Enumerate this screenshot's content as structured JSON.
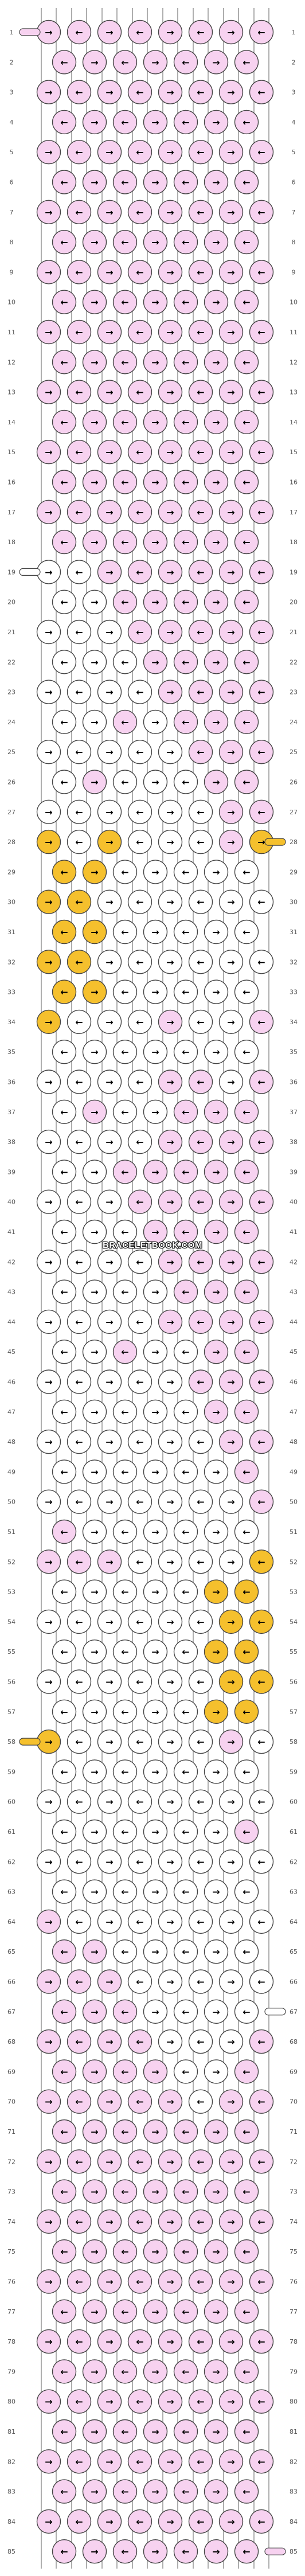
{
  "pattern": {
    "watermark": "BRACELETBOOK.COM",
    "colors": {
      "pink": "#f7d2f0",
      "yellow": "#f5c02d",
      "white": "#ffffff",
      "outline": "#444444"
    },
    "row_count": 85,
    "row_labels": [
      "1",
      "2",
      "3",
      "4",
      "5",
      "6",
      "7",
      "8",
      "9",
      "10",
      "11",
      "12",
      "13",
      "14",
      "15",
      "16",
      "17",
      "18",
      "19",
      "20",
      "21",
      "22",
      "23",
      "24",
      "25",
      "26",
      "27",
      "28",
      "29",
      "30",
      "31",
      "32",
      "33",
      "34",
      "35",
      "36",
      "37",
      "38",
      "39",
      "40",
      "41",
      "42",
      "43",
      "44",
      "45",
      "46",
      "47",
      "48",
      "49",
      "50",
      "51",
      "52",
      "53",
      "54",
      "55",
      "56",
      "57",
      "58",
      "59",
      "60",
      "61",
      "62",
      "63",
      "64",
      "65",
      "66",
      "67",
      "68",
      "69",
      "70",
      "71",
      "72",
      "73",
      "74",
      "75",
      "76",
      "77",
      "78",
      "79",
      "80",
      "81",
      "82",
      "83",
      "84",
      "85"
    ],
    "side_threads": [
      {
        "row": 1,
        "side": "left",
        "color": "pink"
      },
      {
        "row": 19,
        "side": "left",
        "color": "white"
      },
      {
        "row": 28,
        "side": "right",
        "color": "yellow"
      },
      {
        "row": 58,
        "side": "left",
        "color": "yellow"
      },
      {
        "row": 67,
        "side": "right",
        "color": "white"
      },
      {
        "row": 85,
        "side": "right",
        "color": "pink"
      }
    ],
    "knot_symbols": {
      "forward": "→",
      "backward": "←"
    },
    "rows": [
      [
        "P>",
        "P<",
        "P>",
        "P<",
        "P>",
        "P<",
        "P>",
        "P<"
      ],
      [
        "P<",
        "P>",
        "P<",
        "P>",
        "P<",
        "P>",
        "P<"
      ],
      [
        "P>",
        "P<",
        "P>",
        "P<",
        "P>",
        "P<",
        "P>",
        "P<"
      ],
      [
        "P<",
        "P>",
        "P<",
        "P>",
        "P<",
        "P>",
        "P<"
      ],
      [
        "P>",
        "P<",
        "P>",
        "P<",
        "P>",
        "P<",
        "P>",
        "P<"
      ],
      [
        "P<",
        "P>",
        "P<",
        "P>",
        "P<",
        "P>",
        "P<"
      ],
      [
        "P>",
        "P<",
        "P>",
        "P<",
        "P>",
        "P<",
        "P>",
        "P<"
      ],
      [
        "P<",
        "P>",
        "P<",
        "P>",
        "P<",
        "P>",
        "P<"
      ],
      [
        "P>",
        "P<",
        "P>",
        "P<",
        "P>",
        "P<",
        "P>",
        "P<"
      ],
      [
        "P<",
        "P>",
        "P<",
        "P>",
        "P<",
        "P>",
        "P<"
      ],
      [
        "P>",
        "P<",
        "P>",
        "P<",
        "P>",
        "P<",
        "P>",
        "P<"
      ],
      [
        "P<",
        "P>",
        "P<",
        "P>",
        "P<",
        "P>",
        "P<"
      ],
      [
        "P>",
        "P<",
        "P>",
        "P<",
        "P>",
        "P<",
        "P>",
        "P<"
      ],
      [
        "P<",
        "P>",
        "P<",
        "P>",
        "P<",
        "P>",
        "P<"
      ],
      [
        "P>",
        "P<",
        "P>",
        "P<",
        "P>",
        "P<",
        "P>",
        "P<"
      ],
      [
        "P<",
        "P>",
        "P<",
        "P>",
        "P<",
        "P>",
        "P<"
      ],
      [
        "P>",
        "P<",
        "P>",
        "P<",
        "P>",
        "P<",
        "P>",
        "P<"
      ],
      [
        "P<",
        "P>",
        "P<",
        "P>",
        "P<",
        "P>",
        "P<"
      ],
      [
        "W>",
        "W<",
        "P>",
        "P<",
        "P>",
        "P<",
        "P>",
        "P<"
      ],
      [
        "W<",
        "W>",
        "P<",
        "P>",
        "P<",
        "P>",
        "P<"
      ],
      [
        "W>",
        "W<",
        "W>",
        "P<",
        "P>",
        "P<",
        "P>",
        "P<"
      ],
      [
        "W<",
        "W>",
        "W<",
        "P>",
        "P<",
        "P>",
        "P<"
      ],
      [
        "W>",
        "W<",
        "W>",
        "W<",
        "P>",
        "P<",
        "P>",
        "P<"
      ],
      [
        "W<",
        "W>",
        "P<",
        "W>",
        "P<",
        "P>",
        "P<"
      ],
      [
        "W>",
        "W<",
        "W>",
        "W<",
        "W>",
        "P<",
        "P>",
        "P<"
      ],
      [
        "W<",
        "P>",
        "W<",
        "W>",
        "W<",
        "P>",
        "P<"
      ],
      [
        "W>",
        "W<",
        "W>",
        "W<",
        "W>",
        "W<",
        "P>",
        "P<"
      ],
      [
        "Y>",
        "W<",
        "Y>",
        "W<",
        "W>",
        "W<",
        "P>",
        "Y>"
      ],
      [
        "Y<",
        "Y>",
        "W<",
        "W>",
        "W<",
        "W>",
        "W<"
      ],
      [
        "Y>",
        "Y<",
        "W>",
        "W<",
        "W>",
        "W<",
        "W>",
        "W<"
      ],
      [
        "Y<",
        "Y>",
        "W<",
        "W>",
        "W<",
        "W>",
        "W<"
      ],
      [
        "Y>",
        "Y<",
        "W>",
        "W<",
        "W>",
        "W<",
        "W>",
        "W<"
      ],
      [
        "Y<",
        "Y>",
        "W<",
        "W>",
        "W<",
        "W>",
        "W<"
      ],
      [
        "Y>",
        "W<",
        "W>",
        "W<",
        "P>",
        "W<",
        "W>",
        "P<"
      ],
      [
        "W<",
        "W>",
        "W<",
        "W>",
        "W<",
        "W>",
        "W<"
      ],
      [
        "W>",
        "W<",
        "W>",
        "W<",
        "P>",
        "P<",
        "W>",
        "P<"
      ],
      [
        "W<",
        "P>",
        "W<",
        "W>",
        "P<",
        "P>",
        "P<"
      ],
      [
        "W>",
        "W<",
        "W>",
        "W<",
        "P>",
        "P<",
        "P>",
        "P<"
      ],
      [
        "W<",
        "W>",
        "P<",
        "P>",
        "P<",
        "P>",
        "P<"
      ],
      [
        "W>",
        "W<",
        "W>",
        "P<",
        "P>",
        "P<",
        "P>",
        "P<"
      ],
      [
        "W<",
        "W>",
        "W<",
        "P>",
        "P<",
        "P>",
        "P<"
      ],
      [
        "W>",
        "W<",
        "W>",
        "W<",
        "P>",
        "P<",
        "P>",
        "P<"
      ],
      [
        "W<",
        "W>",
        "W<",
        "W>",
        "P<",
        "P>",
        "P<"
      ],
      [
        "W>",
        "W<",
        "W>",
        "W<",
        "P>",
        "P<",
        "P>",
        "P<"
      ],
      [
        "W<",
        "W>",
        "P<",
        "W>",
        "W<",
        "P>",
        "P<"
      ],
      [
        "W>",
        "W<",
        "W>",
        "W<",
        "W>",
        "P<",
        "P>",
        "P<"
      ],
      [
        "W<",
        "W>",
        "W<",
        "W>",
        "W<",
        "P>",
        "P<"
      ],
      [
        "W>",
        "W<",
        "W>",
        "W<",
        "W>",
        "W<",
        "P>",
        "P<"
      ],
      [
        "W<",
        "W>",
        "W<",
        "W>",
        "W<",
        "W>",
        "P<"
      ],
      [
        "W>",
        "W<",
        "W>",
        "W<",
        "W>",
        "W<",
        "W>",
        "P<"
      ],
      [
        "P<",
        "W>",
        "W<",
        "W>",
        "W<",
        "W>",
        "W<"
      ],
      [
        "P>",
        "P<",
        "P>",
        "W<",
        "W>",
        "W<",
        "W>",
        "Y<"
      ],
      [
        "W<",
        "W>",
        "W<",
        "W>",
        "W<",
        "Y>",
        "Y<"
      ],
      [
        "W>",
        "W<",
        "W>",
        "W<",
        "W>",
        "W<",
        "Y>",
        "Y<"
      ],
      [
        "W<",
        "W>",
        "W<",
        "W>",
        "W<",
        "Y>",
        "Y<"
      ],
      [
        "W>",
        "W<",
        "W>",
        "W<",
        "W>",
        "W<",
        "Y>",
        "Y<"
      ],
      [
        "W<",
        "W>",
        "W<",
        "W>",
        "W<",
        "Y>",
        "Y<"
      ],
      [
        "Y>",
        "W<",
        "W>",
        "W<",
        "W>",
        "W<",
        "P>",
        "W<"
      ],
      [
        "W<",
        "W>",
        "W<",
        "W>",
        "W<",
        "W>",
        "W<"
      ],
      [
        "W>",
        "W<",
        "W>",
        "W<",
        "W>",
        "W<",
        "W>",
        "W<"
      ],
      [
        "W<",
        "W>",
        "W<",
        "W>",
        "W<",
        "W>",
        "P<"
      ],
      [
        "W>",
        "W<",
        "W>",
        "W<",
        "W>",
        "W<",
        "W>",
        "W<"
      ],
      [
        "W<",
        "W>",
        "W<",
        "W>",
        "W<",
        "W>",
        "W<"
      ],
      [
        "P>",
        "W<",
        "W>",
        "W<",
        "W>",
        "W<",
        "W>",
        "W<"
      ],
      [
        "P<",
        "P>",
        "W<",
        "W>",
        "W<",
        "W>",
        "W<"
      ],
      [
        "P>",
        "P<",
        "P>",
        "W<",
        "W>",
        "W<",
        "W>",
        "W<"
      ],
      [
        "P<",
        "P>",
        "P<",
        "W>",
        "W<",
        "W>",
        "W<"
      ],
      [
        "P>",
        "P<",
        "P>",
        "P<",
        "W>",
        "W<",
        "W>",
        "P<"
      ],
      [
        "P<",
        "P>",
        "P<",
        "P>",
        "W<",
        "W>",
        "P<"
      ],
      [
        "P>",
        "P<",
        "P>",
        "P<",
        "P>",
        "W<",
        "P>",
        "P<"
      ],
      [
        "P<",
        "P>",
        "P<",
        "P>",
        "P<",
        "P>",
        "P<"
      ],
      [
        "P>",
        "P<",
        "P>",
        "P<",
        "P>",
        "P<",
        "P>",
        "P<"
      ],
      [
        "P<",
        "P>",
        "P<",
        "P>",
        "P<",
        "P>",
        "P<"
      ],
      [
        "P>",
        "P<",
        "P>",
        "P<",
        "P>",
        "P<",
        "P>",
        "P<"
      ],
      [
        "P<",
        "P>",
        "P<",
        "P>",
        "P<",
        "P>",
        "P<"
      ],
      [
        "P>",
        "P<",
        "P>",
        "P<",
        "P>",
        "P<",
        "P>",
        "P<"
      ],
      [
        "P<",
        "P>",
        "P<",
        "P>",
        "P<",
        "P>",
        "P<"
      ],
      [
        "P>",
        "P<",
        "P>",
        "P<",
        "P>",
        "P<",
        "P>",
        "P<"
      ],
      [
        "P<",
        "P>",
        "P<",
        "P>",
        "P<",
        "P>",
        "P<"
      ],
      [
        "P>",
        "P<",
        "P>",
        "P<",
        "P>",
        "P<",
        "P>",
        "P<"
      ],
      [
        "P<",
        "P>",
        "P<",
        "P>",
        "P<",
        "P>",
        "P<"
      ],
      [
        "P>",
        "P<",
        "P>",
        "P<",
        "P>",
        "P<",
        "P>",
        "P<"
      ],
      [
        "P<",
        "P>",
        "P<",
        "P>",
        "P<",
        "P>",
        "P<"
      ],
      [
        "P>",
        "P<",
        "P>",
        "P<",
        "P>",
        "P<",
        "P>",
        "P<"
      ],
      [
        "P<",
        "P>",
        "P<",
        "P>",
        "P<",
        "P>",
        "P<"
      ]
    ]
  }
}
